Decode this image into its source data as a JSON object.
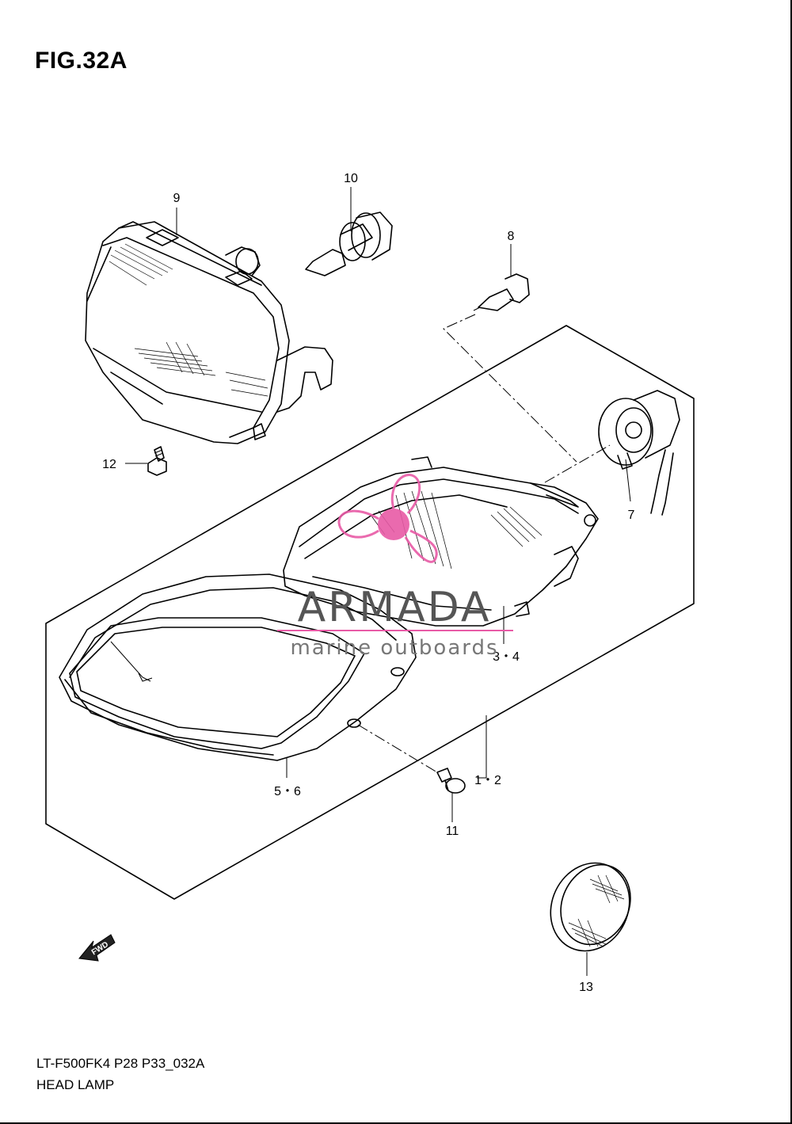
{
  "figure_title": "FIG.32A",
  "model_code": "LT-F500FK4 P28 P33_032A",
  "section_name": "HEAD LAMP",
  "callouts": {
    "c9": "9",
    "c10": "10",
    "c8": "8",
    "c12": "12",
    "c7": "7",
    "c34": "3・4",
    "c12b": "1・2",
    "c56": "5・6",
    "c11": "11",
    "c13": "13"
  },
  "fwd_label": "FWD",
  "watermark": {
    "brand": "ARMADA",
    "tagline": "marine outboards",
    "accent_color": "#e85aa6"
  },
  "icons": [
    "fwd-arrow-icon",
    "propeller-logo-icon"
  ]
}
